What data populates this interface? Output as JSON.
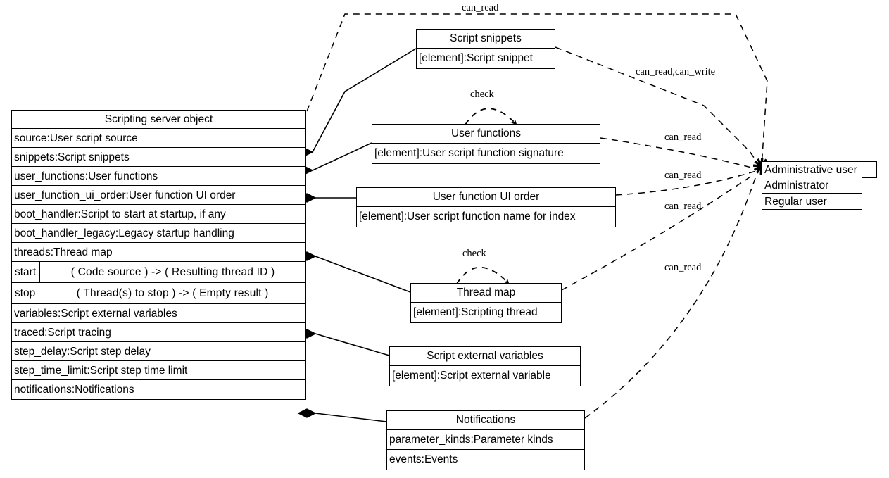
{
  "diagram": {
    "kind": "uml-class-diagram",
    "background": "#ffffff",
    "line_color": "#000000"
  },
  "main_class": {
    "title": "Scripting server object",
    "attributes": [
      "source:User script source",
      "snippets:Script snippets",
      "user_functions:User functions",
      "user_function_ui_order:User function UI order",
      "boot_handler:Script to start at startup, if any",
      "boot_handler_legacy:Legacy startup handling",
      "threads:Thread map"
    ],
    "methods": [
      {
        "name": "start",
        "signature": "(  Code source  )   -> (  Resulting thread ID  )"
      },
      {
        "name": "stop",
        "signature": "(   Thread(s) to stop  )    -> (  Empty result  )"
      }
    ],
    "attributes_tail": [
      "variables:Script external variables",
      "traced:Script tracing",
      "step_delay:Script step delay",
      "step_time_limit:Script step time limit",
      "notifications:Notifications"
    ]
  },
  "boxes": [
    {
      "id": "script_snippets",
      "title": "Script snippets",
      "rows": [
        "[element]:Script snippet"
      ]
    },
    {
      "id": "user_functions",
      "title": "User functions",
      "rows": [
        "[element]:User script function signature"
      ]
    },
    {
      "id": "ui_order",
      "title": "User function UI order",
      "rows": [
        "[element]:User script function name for index"
      ]
    },
    {
      "id": "thread_map",
      "title": "Thread map",
      "rows": [
        "[element]:Scripting thread"
      ]
    },
    {
      "id": "script_ext_vars",
      "title": "Script external variables",
      "rows": [
        "[element]:Script external variable"
      ]
    },
    {
      "id": "notifications",
      "title": "Notifications",
      "rows": [
        "parameter_kinds:Parameter kinds",
        "events:Events"
      ]
    }
  ],
  "user_class": {
    "title": "Administrative user",
    "rows": [
      "Administrator",
      "Regular user"
    ]
  },
  "edge_labels": {
    "top_can_read": "can_read",
    "snippets_can_read_write": "can_read,can_write",
    "user_functions_can_read": "can_read",
    "ui_order_can_read_a": "can_read",
    "ui_order_can_read_b": "can_read",
    "notifications_can_read": "can_read",
    "self_check_user_functions": "check",
    "self_check_thread_map": "check"
  }
}
